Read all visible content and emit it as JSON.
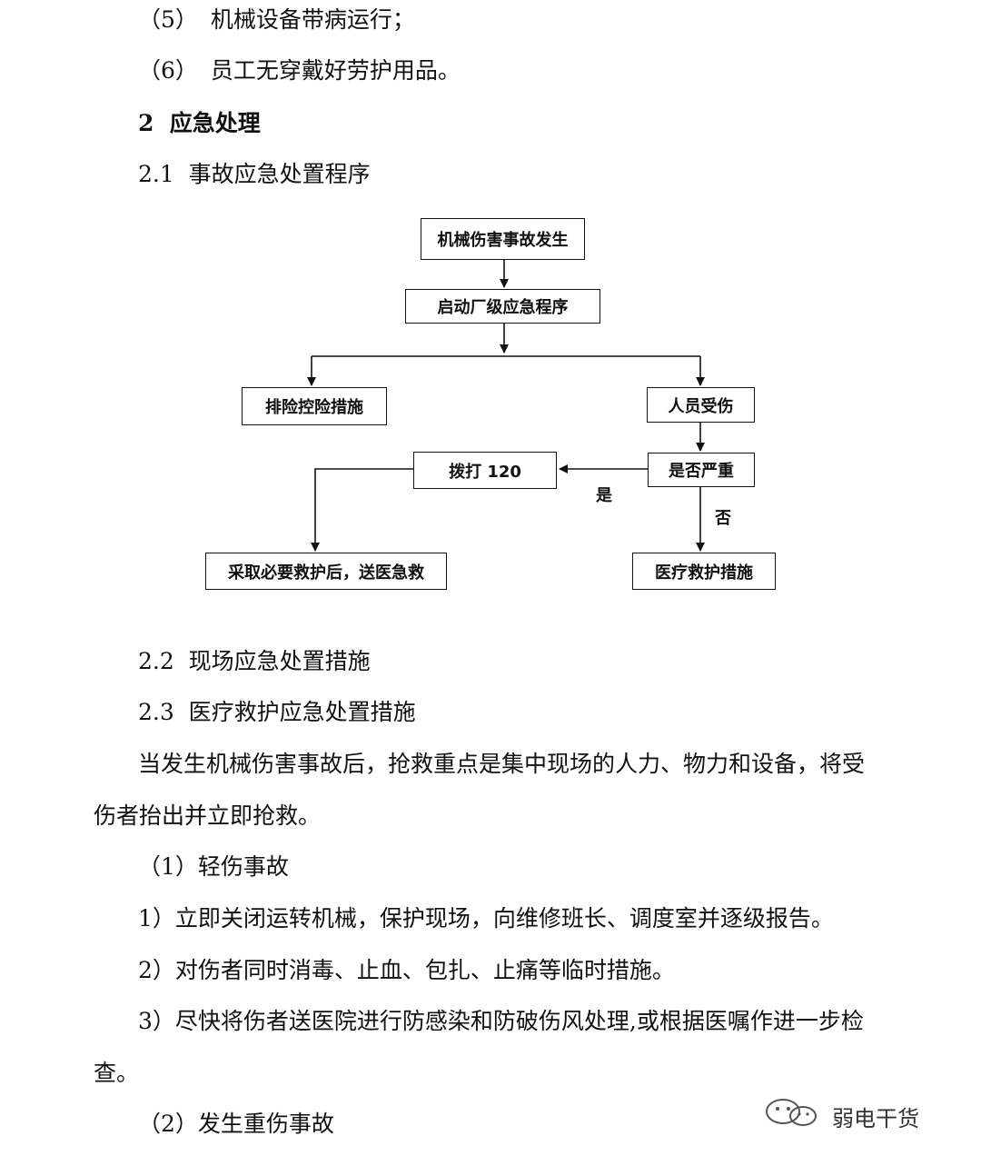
{
  "prev_list": [
    {
      "marker": "（5）",
      "text": "机械设备带病运行；"
    },
    {
      "marker": "（6）",
      "text": "员工无穿戴好劳护用品。"
    }
  ],
  "section2": {
    "title": "2  应急处理"
  },
  "section2_1": {
    "title": "2.1  事故应急处置程序"
  },
  "flow": {
    "start": "机械伤害事故发生",
    "launch": "启动厂级应急程序",
    "hazard": "排险控险措施",
    "injury": "人员受伤",
    "serious": "是否严重",
    "call": "拨打 120",
    "yes": "是",
    "no": "否",
    "send": "采取必要救护后，送医急救",
    "medical": "医疗救护措施"
  },
  "section2_2": {
    "title": "2.2  现场应急处置措施"
  },
  "section2_3": {
    "title": "2.3  医疗救护应急处置措施"
  },
  "para": {
    "line1": "当发生机械伤害事故后，抢救重点是集中现场的人力、物力和设备，将受",
    "line2": "伤者抬出并立即抢救。"
  },
  "minor": {
    "heading": "（1）轻伤事故",
    "items": [
      "1）立即关闭运转机械，保护现场，向维修班长、调度室并逐级报告。",
      "2）对伤者同时消毒、止血、包扎、止痛等临时措施。",
      "3）尽快将伤者送医院进行防感染和防破伤风处理,或根据医嘱作进一步检"
    ],
    "item3_cont": "查。"
  },
  "serious_heading": "（2）发生重伤事故",
  "watermark": "弱电干货"
}
